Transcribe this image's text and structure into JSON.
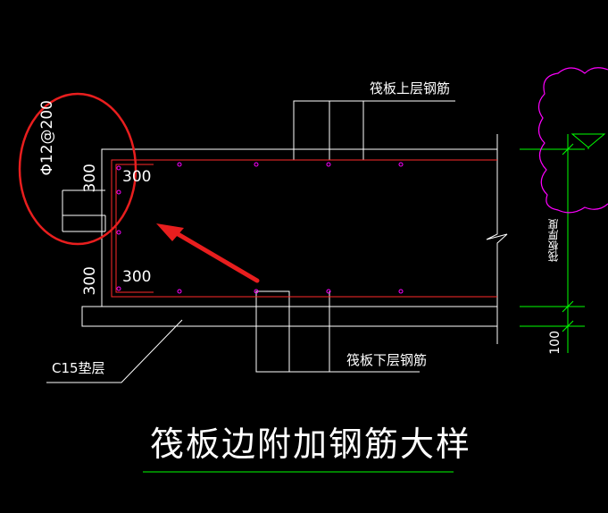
{
  "title": "筏板边附加钢筋大样",
  "labels": {
    "top_rebar": "筏板上层钢筋",
    "bottom_rebar": "筏板下层钢筋",
    "cushion": "C15垫层",
    "thickness": "筏板厚度",
    "rebar_spec": "Φ12@200",
    "dim_300_left_top": "300",
    "dim_300_left_bottom": "300",
    "dim_300_inner_top": "300",
    "dim_300_inner_bottom": "300",
    "dim_100": "100"
  },
  "colors": {
    "background": "#000000",
    "structure_line": "#ffffff",
    "rebar_line": "#ff2a2a",
    "rebar_dot": "#ff00ff",
    "dimension_line": "#00ff00",
    "annotation_circle": "#e81e1e",
    "arrow": "#e81e1e",
    "soil_symbol": "#ff00ff"
  }
}
